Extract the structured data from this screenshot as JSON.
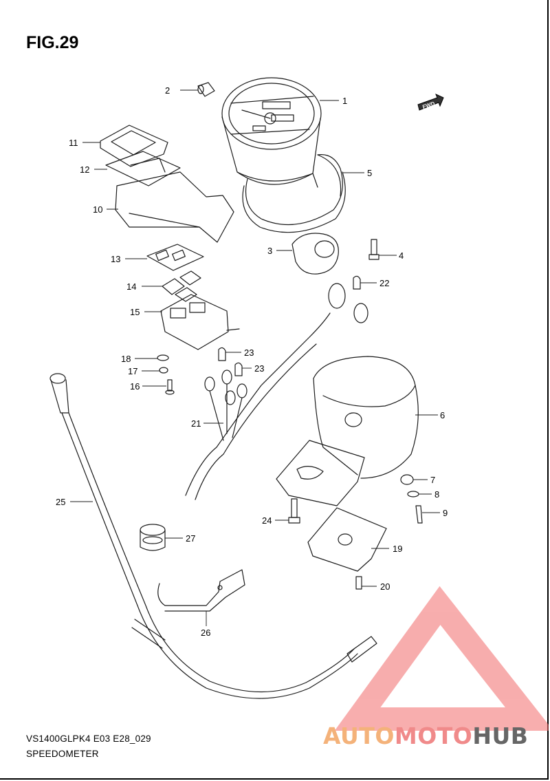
{
  "figure": {
    "title": "FIG.29",
    "model_code": "VS1400GLPK4 E03 E28_029",
    "section_name": "SPEEDOMETER",
    "fwd_label": "FWD"
  },
  "callouts": [
    {
      "id": "c1",
      "label": "1"
    },
    {
      "id": "c2",
      "label": "2"
    },
    {
      "id": "c3",
      "label": "3"
    },
    {
      "id": "c4",
      "label": "4"
    },
    {
      "id": "c5",
      "label": "5"
    },
    {
      "id": "c6",
      "label": "6"
    },
    {
      "id": "c7",
      "label": "7"
    },
    {
      "id": "c8",
      "label": "8"
    },
    {
      "id": "c9",
      "label": "9"
    },
    {
      "id": "c10",
      "label": "10"
    },
    {
      "id": "c11",
      "label": "11"
    },
    {
      "id": "c12",
      "label": "12"
    },
    {
      "id": "c13",
      "label": "13"
    },
    {
      "id": "c14",
      "label": "14"
    },
    {
      "id": "c15",
      "label": "15"
    },
    {
      "id": "c16",
      "label": "16"
    },
    {
      "id": "c17",
      "label": "17"
    },
    {
      "id": "c18",
      "label": "18"
    },
    {
      "id": "c19",
      "label": "19"
    },
    {
      "id": "c20",
      "label": "20"
    },
    {
      "id": "c21",
      "label": "21"
    },
    {
      "id": "c22",
      "label": "22"
    },
    {
      "id": "c23a",
      "label": "23"
    },
    {
      "id": "c23b",
      "label": "23"
    },
    {
      "id": "c24",
      "label": "24"
    },
    {
      "id": "c25",
      "label": "25"
    },
    {
      "id": "c26",
      "label": "26"
    },
    {
      "id": "c27",
      "label": "27"
    }
  ],
  "watermark": {
    "part1": "AUTO",
    "part2": "MOTO",
    "part3": "HUB",
    "color_auto": "#f4b27a",
    "color_moto": "#f08a8a",
    "color_hub": "#666666",
    "logo_color": "#f26b6b"
  }
}
